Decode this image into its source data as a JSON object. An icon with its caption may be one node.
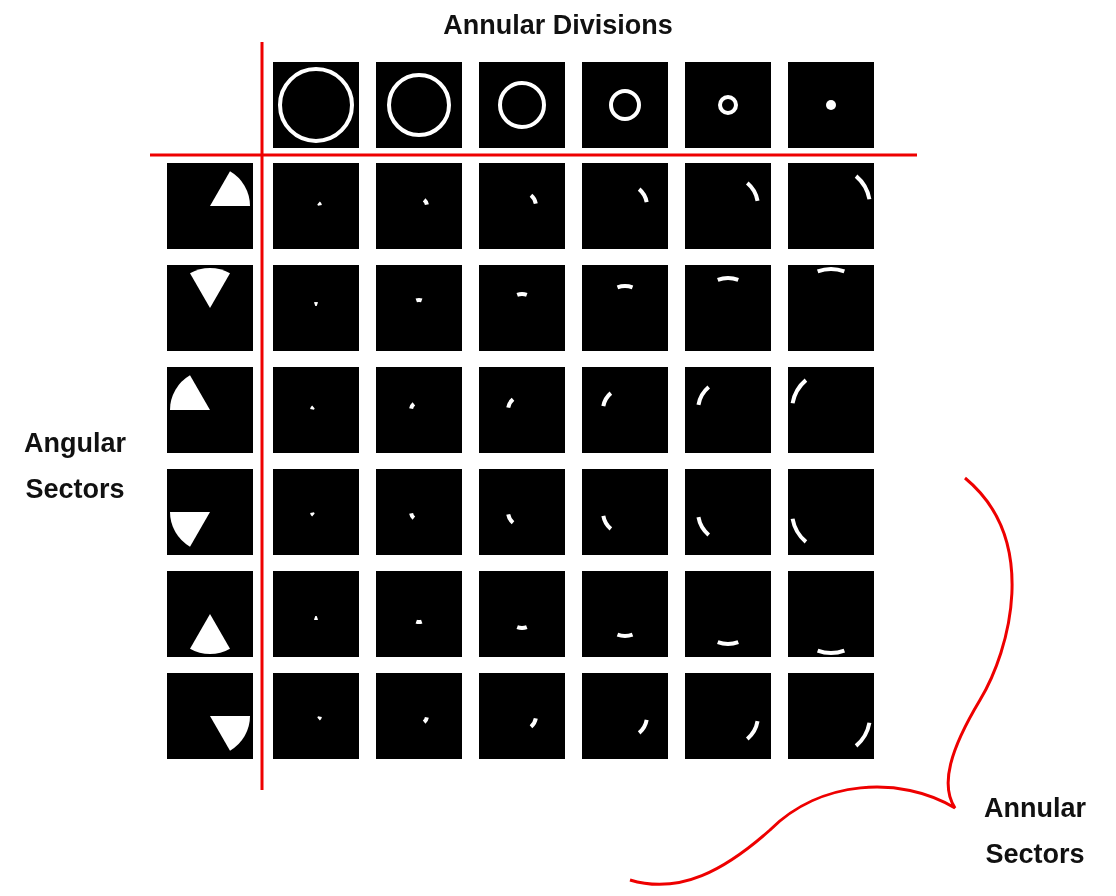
{
  "diagram": {
    "labels": [
      "Annular Divisions",
      "Angular Sectors",
      "Annular Sectors"
    ]
  }
}
